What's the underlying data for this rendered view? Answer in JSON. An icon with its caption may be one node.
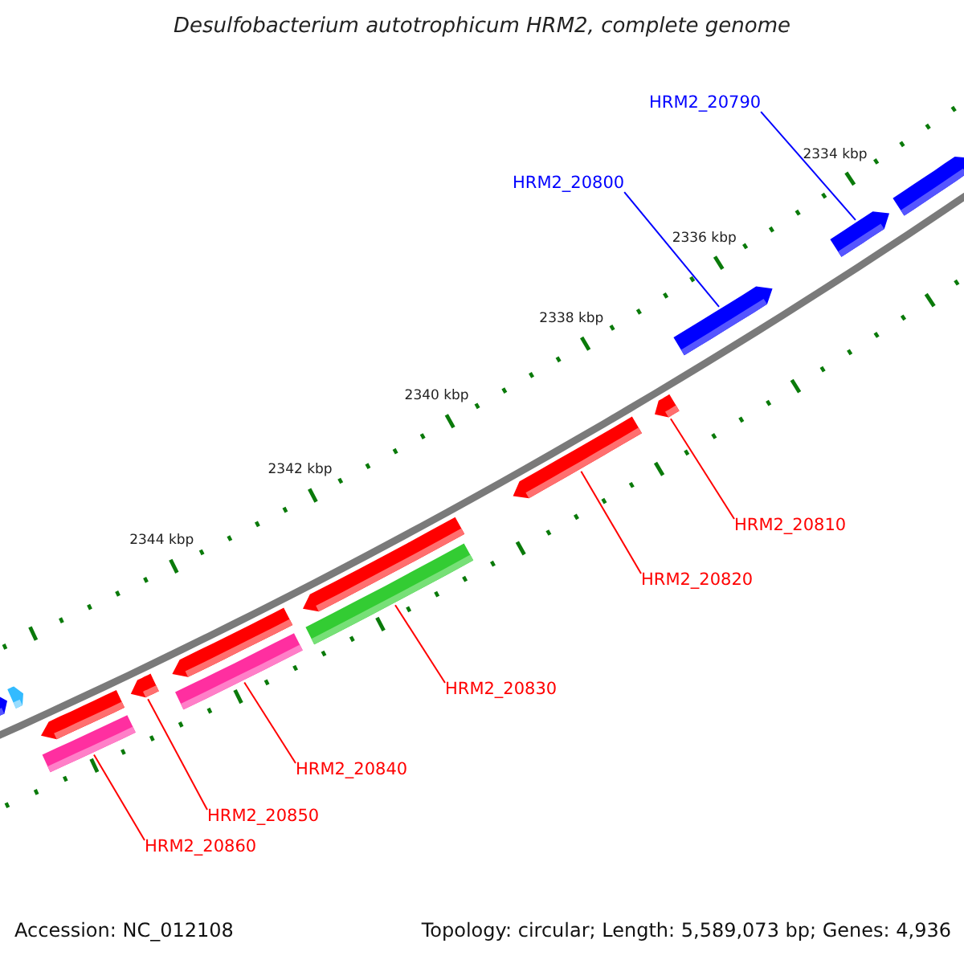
{
  "diagram": {
    "title": "Desulfobacterium autotrophicum HRM2, complete genome",
    "nodes": [
      {
        "text": [
          "HRM2_20790"
        ]
      },
      {
        "text": [
          "HRM2_20800"
        ]
      },
      {
        "text": [],
        "shape": "bar"
      },
      {
        "text": [],
        "shape": "bar"
      },
      {
        "text": [],
        "shape": "bar"
      },
      {
        "text": [],
        "shape": "bar"
      },
      {
        "text": [],
        "shape": "bar"
      },
      {
        "text": [
          "HRM2_20810"
        ]
      },
      {
        "text": [],
        "shape": "bar"
      },
      {
        "text": [],
        "shape": "bar"
      },
      {
        "text": [
          "HRM2_20820"
        ]
      },
      {
        "text": [],
        "shape": "bar"
      },
      {
        "text": [],
        "shape": "bar"
      },
      {
        "text": [],
        "shape": "bar"
      },
      {
        "text": [
          "HRM2_20830"
        ]
      },
      {
        "text": [],
        "shape": "bar"
      },
      {
        "text": [],
        "shape": "bar"
      },
      {
        "text": [],
        "shape": "bar"
      },
      {
        "text": [],
        "shape": "bar"
      },
      {
        "text": [
          "HRM2_20840"
        ]
      },
      {
        "text": [
          "HRM2_20850"
        ]
      },
      {
        "text": [
          "HRM2_20860"
        ]
      }
    ],
    "edges": [
      {
        "from": 0,
        "to": 3,
        "arrow": "none",
        "color": "#0000ff"
      },
      {
        "from": 1,
        "to": 4,
        "arrow": "none",
        "color": "#0000ff"
      },
      {
        "from": 7,
        "to": 5,
        "arrow": "none"
      },
      {
        "from": 10,
        "to": 6,
        "arrow": "none"
      },
      {
        "from": 14,
        "to": 9,
        "arrow": "none"
      },
      {
        "from": 19,
        "to": 12,
        "arrow": "none"
      },
      {
        "from": 20,
        "to": 13,
        "arrow": "none"
      },
      {
        "from": 21,
        "to": 16,
        "arrow": "none"
      }
    ],
    "labels": [
      "2334 kbp",
      "2336 kbp",
      "2338 kbp",
      "2340 kbp",
      "2342 kbp",
      "2344 kbp",
      "Accession: NC_012108",
      "Topology: circular; Length: 5,589,073 bp; Genes: 4,936"
    ]
  }
}
